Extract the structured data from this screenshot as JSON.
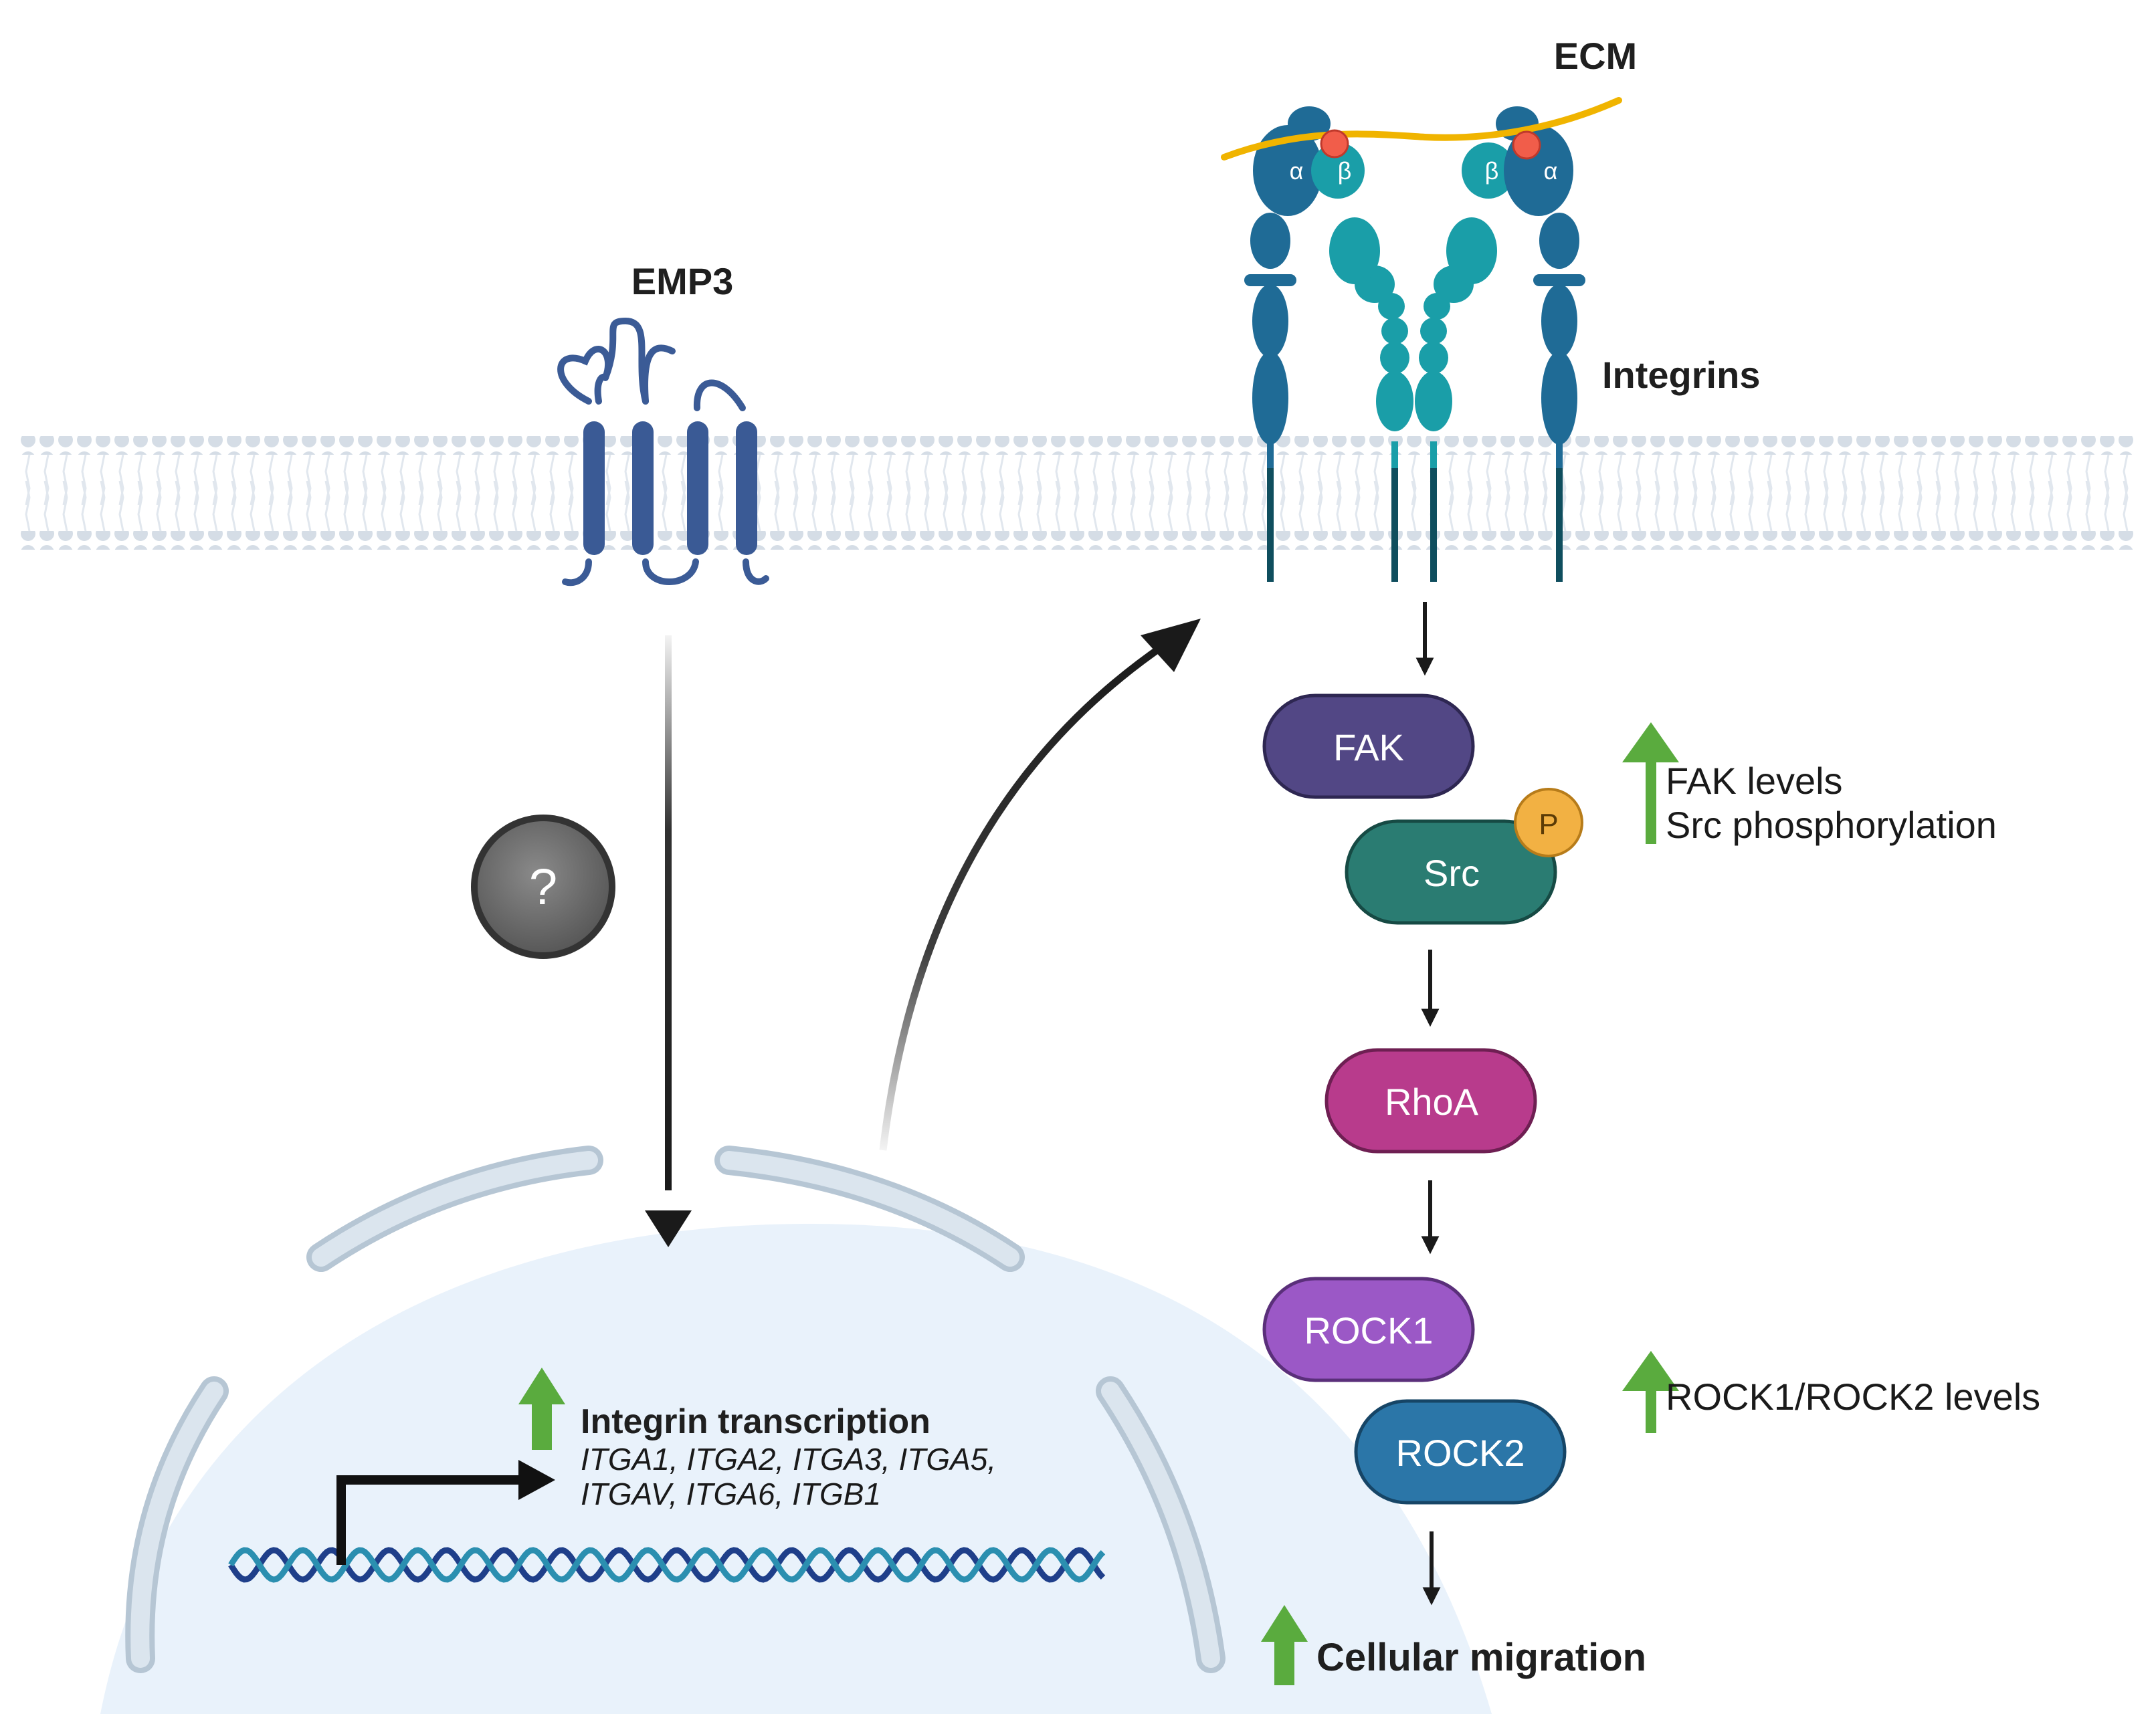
{
  "labels": {
    "ecm": "ECM",
    "emp3": "EMP3",
    "integrins": "Integrins",
    "question": "?",
    "alpha": "α",
    "beta": "β"
  },
  "pathway": {
    "fak": "FAK",
    "src": "Src",
    "phospho": "P",
    "rhoa": "RhoA",
    "rock1": "ROCK1",
    "rock2": "ROCK2"
  },
  "effects": {
    "fak_levels": "FAK levels",
    "src_phosphorylation": "Src phosphorylation",
    "rock_levels": "ROCK1/ROCK2 levels",
    "cellular_migration": "Cellular migration"
  },
  "nucleus": {
    "transcription_title": "Integrin transcription",
    "genes_line1": "ITGA1, ITGA2, ITGA3, ITGA5,",
    "genes_line2": "ITGAV, ITGA6, ITGB1"
  },
  "colors": {
    "fak": "#524785",
    "src": "#2a7c72",
    "rhoa": "#b83b8c",
    "rock1": "#9b58c6",
    "rock2": "#2b76a8",
    "phospho": "#f2b143",
    "up_arrow": "#5aab3e",
    "emp3": "#3a5a95",
    "integrin_alpha": "#1f6b96",
    "integrin_beta": "#1a9ea8",
    "ecm_fiber": "#f0b400",
    "nucleus_fill": "#e8f1fa",
    "nuclear_envelope": "#b9c9d6",
    "membrane": "#d7dfe8",
    "question_bubble": "#6b6b6b"
  }
}
